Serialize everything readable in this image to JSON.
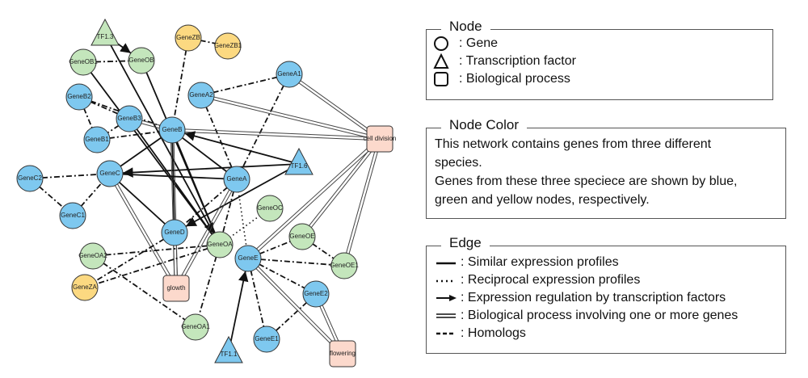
{
  "network": {
    "colors": {
      "blue": "#7ec8ef",
      "green": "#c4e6bc",
      "yellow": "#fcd981",
      "process": "#fcd9cc",
      "stroke": "#333333"
    },
    "nodes": [
      {
        "id": "TF1.3",
        "label": "TF1.3",
        "shape": "triangle",
        "color": "green"
      },
      {
        "id": "GeneZB",
        "label": "GeneZB",
        "shape": "circle",
        "color": "yellow"
      },
      {
        "id": "GeneZB1",
        "label": "GeneZB1",
        "shape": "circle",
        "color": "yellow"
      },
      {
        "id": "GeneOB1",
        "label": "GeneOB1",
        "shape": "circle",
        "color": "green"
      },
      {
        "id": "GeneOB",
        "label": "GeneOB",
        "shape": "circle",
        "color": "green"
      },
      {
        "id": "GeneA1",
        "label": "GeneA1",
        "shape": "circle",
        "color": "blue"
      },
      {
        "id": "GeneA2",
        "label": "GeneA2",
        "shape": "circle",
        "color": "blue"
      },
      {
        "id": "GeneB2",
        "label": "GeneB2",
        "shape": "circle",
        "color": "blue"
      },
      {
        "id": "GeneB3",
        "label": "GeneB3",
        "shape": "circle",
        "color": "blue"
      },
      {
        "id": "GeneB",
        "label": "GeneB",
        "shape": "circle",
        "color": "blue"
      },
      {
        "id": "GeneB1",
        "label": "GeneB1",
        "shape": "circle",
        "color": "blue"
      },
      {
        "id": "celldivision",
        "label": "cell division",
        "shape": "square",
        "color": "process"
      },
      {
        "id": "TF1.6",
        "label": "TF1.6",
        "shape": "triangle",
        "color": "blue"
      },
      {
        "id": "GeneC2",
        "label": "GeneC2",
        "shape": "circle",
        "color": "blue"
      },
      {
        "id": "GeneC",
        "label": "GeneC",
        "shape": "circle",
        "color": "blue"
      },
      {
        "id": "GeneA",
        "label": "GeneA",
        "shape": "circle",
        "color": "blue"
      },
      {
        "id": "GeneC1",
        "label": "GeneC1",
        "shape": "circle",
        "color": "blue"
      },
      {
        "id": "GeneOC",
        "label": "GeneOC",
        "shape": "circle",
        "color": "green"
      },
      {
        "id": "GeneD",
        "label": "GeneD",
        "shape": "circle",
        "color": "blue"
      },
      {
        "id": "GeneOE",
        "label": "GeneOE",
        "shape": "circle",
        "color": "green"
      },
      {
        "id": "GeneOA",
        "label": "GeneOA",
        "shape": "circle",
        "color": "green"
      },
      {
        "id": "GeneOA2",
        "label": "GeneOA2",
        "shape": "circle",
        "color": "green"
      },
      {
        "id": "GeneE",
        "label": "GeneE",
        "shape": "circle",
        "color": "blue"
      },
      {
        "id": "GeneOE1",
        "label": "GeneOE1",
        "shape": "circle",
        "color": "green"
      },
      {
        "id": "GeneZA",
        "label": "GeneZA",
        "shape": "circle",
        "color": "yellow"
      },
      {
        "id": "glowth",
        "label": "glowth",
        "shape": "square",
        "color": "process"
      },
      {
        "id": "GeneE2",
        "label": "GeneE2",
        "shape": "circle",
        "color": "blue"
      },
      {
        "id": "GeneOA1",
        "label": "GeneOA1",
        "shape": "circle",
        "color": "green"
      },
      {
        "id": "GeneE1",
        "label": "GeneE1",
        "shape": "circle",
        "color": "blue"
      },
      {
        "id": "TF1.1",
        "label": "TF1.1",
        "shape": "triangle",
        "color": "blue"
      },
      {
        "id": "flowering",
        "label": "flowering",
        "shape": "square",
        "color": "process"
      }
    ],
    "edges": [
      {
        "source": "TF1.3",
        "target": "GeneOB",
        "type": "regulation"
      },
      {
        "source": "TF1.3",
        "target": "GeneOA",
        "type": "regulation"
      },
      {
        "source": "GeneOB1",
        "target": "GeneOB",
        "type": "homolog"
      },
      {
        "source": "GeneOB1",
        "target": "GeneOA",
        "type": "similar"
      },
      {
        "source": "GeneOB",
        "target": "GeneOA",
        "type": "similar"
      },
      {
        "source": "GeneZB",
        "target": "GeneZB1",
        "type": "homolog"
      },
      {
        "source": "GeneZB",
        "target": "GeneB",
        "type": "homolog"
      },
      {
        "source": "GeneA1",
        "target": "GeneA2",
        "type": "homolog"
      },
      {
        "source": "GeneA1",
        "target": "GeneA",
        "type": "homolog"
      },
      {
        "source": "GeneA1",
        "target": "celldivision",
        "type": "process"
      },
      {
        "source": "GeneA2",
        "target": "GeneA",
        "type": "homolog"
      },
      {
        "source": "GeneA2",
        "target": "celldivision",
        "type": "process"
      },
      {
        "source": "GeneB2",
        "target": "GeneB3",
        "type": "homolog"
      },
      {
        "source": "GeneB2",
        "target": "GeneB",
        "type": "homolog"
      },
      {
        "source": "GeneB2",
        "target": "GeneB1",
        "type": "homolog"
      },
      {
        "source": "GeneB3",
        "target": "GeneB",
        "type": "process"
      },
      {
        "source": "GeneB3",
        "target": "GeneB1",
        "type": "homolog"
      },
      {
        "source": "GeneB3",
        "target": "GeneOA",
        "type": "similar"
      },
      {
        "source": "GeneB1",
        "target": "GeneB",
        "type": "homolog"
      },
      {
        "source": "GeneB",
        "target": "celldivision",
        "type": "process"
      },
      {
        "source": "TF1.6",
        "target": "GeneB",
        "type": "regulation"
      },
      {
        "source": "TF1.6",
        "target": "GeneC",
        "type": "regulation"
      },
      {
        "source": "TF1.6",
        "target": "GeneD",
        "type": "regulation"
      },
      {
        "source": "GeneB",
        "target": "GeneC",
        "type": "similar"
      },
      {
        "source": "GeneB",
        "target": "GeneA",
        "type": "similar"
      },
      {
        "source": "GeneB",
        "target": "GeneD",
        "type": "similar"
      },
      {
        "source": "GeneB",
        "target": "GeneOA",
        "type": "similar"
      },
      {
        "source": "GeneB",
        "target": "glowth",
        "type": "process"
      },
      {
        "source": "GeneC2",
        "target": "GeneC",
        "type": "homolog"
      },
      {
        "source": "GeneC2",
        "target": "GeneC1",
        "type": "homolog"
      },
      {
        "source": "GeneC1",
        "target": "GeneC",
        "type": "homolog"
      },
      {
        "source": "GeneC",
        "target": "GeneA",
        "type": "similar"
      },
      {
        "source": "GeneC",
        "target": "GeneD",
        "type": "similar"
      },
      {
        "source": "GeneC",
        "target": "glowth",
        "type": "process"
      },
      {
        "source": "GeneA",
        "target": "GeneD",
        "type": "homolog"
      },
      {
        "source": "GeneA",
        "target": "GeneOA",
        "type": "homolog"
      },
      {
        "source": "GeneA",
        "target": "GeneE",
        "type": "reciprocal"
      },
      {
        "source": "GeneA",
        "target": "glowth",
        "type": "process"
      },
      {
        "source": "GeneOC",
        "target": "GeneOA",
        "type": "reciprocal"
      },
      {
        "source": "GeneD",
        "target": "glowth",
        "type": "process"
      },
      {
        "source": "GeneD",
        "target": "GeneZA",
        "type": "homolog"
      },
      {
        "source": "GeneOA",
        "target": "GeneOA2",
        "type": "homolog"
      },
      {
        "source": "GeneOA",
        "target": "GeneZA",
        "type": "homolog"
      },
      {
        "source": "GeneOA",
        "target": "GeneOA1",
        "type": "homolog"
      },
      {
        "source": "GeneOA2",
        "target": "GeneOA1",
        "type": "homolog"
      },
      {
        "source": "GeneE",
        "target": "celldivision",
        "type": "process"
      },
      {
        "source": "GeneOE",
        "target": "celldivision",
        "type": "process"
      },
      {
        "source": "GeneOE1",
        "target": "celldivision",
        "type": "process"
      },
      {
        "source": "GeneE",
        "target": "GeneOE",
        "type": "homolog"
      },
      {
        "source": "GeneE",
        "target": "GeneOE1",
        "type": "homolog"
      },
      {
        "source": "GeneOE",
        "target": "GeneOE1",
        "type": "homolog"
      },
      {
        "source": "GeneE",
        "target": "GeneE2",
        "type": "homolog"
      },
      {
        "source": "GeneE",
        "target": "GeneE1",
        "type": "homolog"
      },
      {
        "source": "GeneE2",
        "target": "GeneE1",
        "type": "homolog"
      },
      {
        "source": "GeneE",
        "target": "flowering",
        "type": "process"
      },
      {
        "source": "GeneE2",
        "target": "flowering",
        "type": "process"
      },
      {
        "source": "TF1.1",
        "target": "GeneE",
        "type": "regulation"
      }
    ]
  },
  "legend": {
    "node": {
      "title": "Node",
      "items": [
        {
          "icon": "circle-icon",
          "label": ": Gene"
        },
        {
          "icon": "triangle-icon",
          "label": ": Transcription factor"
        },
        {
          "icon": "rounded-square-icon",
          "label": ": Biological process"
        }
      ]
    },
    "node_color": {
      "title": "Node Color",
      "lines": [
        "This network contains genes from three different",
        "species.",
        "Genes from these three speciece are shown by blue,",
        "green and yellow nodes, respectively."
      ]
    },
    "edge": {
      "title": "Edge",
      "items": [
        {
          "icon": "solid-line-icon",
          "label": ": Similar expression profiles"
        },
        {
          "icon": "dotted-line-icon",
          "label": ": Reciprocal expression profiles"
        },
        {
          "icon": "arrow-line-icon",
          "label": ": Expression regulation by transcription factors"
        },
        {
          "icon": "double-line-icon",
          "label": ": Biological process involving one or more genes"
        },
        {
          "icon": "dashed-line-icon",
          "label": ": Homologs"
        }
      ]
    }
  }
}
